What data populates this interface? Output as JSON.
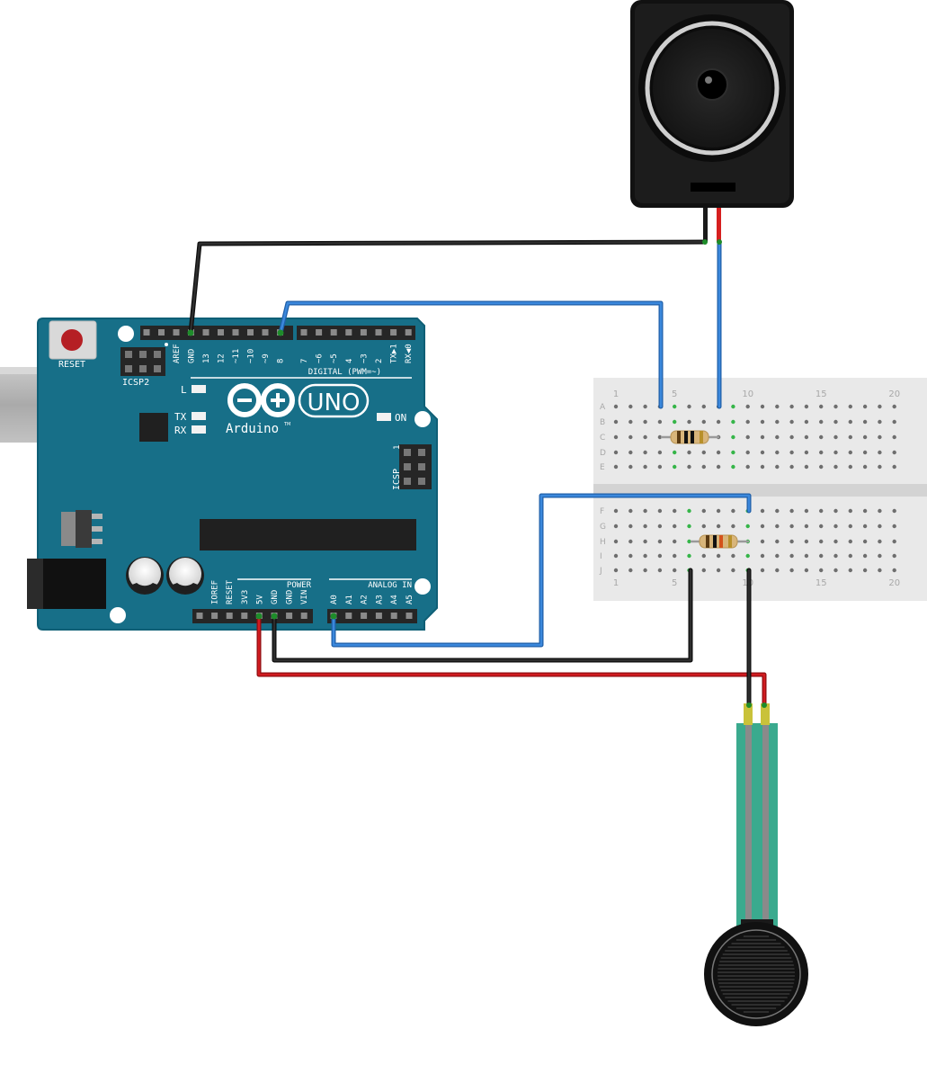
{
  "board": {
    "reset_label": "RESET",
    "icsp2_label": "ICSP2",
    "icsp_label": "ICSP",
    "icsp_pin1": "1",
    "brand": "Arduino",
    "tm": "TM",
    "model": "UNO",
    "led_l": "L",
    "led_tx": "TX",
    "led_rx": "RX",
    "led_on": "ON",
    "digital_label": "DIGITAL (PWM=~)",
    "digital_pins": [
      "AREF",
      "GND",
      "13",
      "12",
      "~11",
      "~10",
      "~9",
      "8",
      "7",
      "~6",
      "~5",
      "4",
      "~3",
      "2",
      "TX▶1",
      "RX◀0"
    ],
    "power_label": "POWER",
    "power_pins": [
      "IOREF",
      "RESET",
      "3V3",
      "5V",
      "GND",
      "GND",
      "VIN"
    ],
    "analog_label": "ANALOG IN",
    "analog_pins": [
      "A0",
      "A1",
      "A2",
      "A3",
      "A4",
      "A5"
    ]
  },
  "breadboard": {
    "column_labels": [
      "1",
      "5",
      "10",
      "15",
      "20"
    ],
    "top_rows": [
      "A",
      "B",
      "C",
      "D",
      "E"
    ],
    "bottom_rows": [
      "F",
      "G",
      "H",
      "I",
      "J"
    ]
  },
  "colors": {
    "board": "#176f88",
    "wire_black": "#1c1c1c",
    "wire_blue": "#2e78cc",
    "wire_red": "#c8151a",
    "breadboard": "#e9e9e9",
    "sensor_strip": "#3aaa8e",
    "speaker": "#111111"
  }
}
